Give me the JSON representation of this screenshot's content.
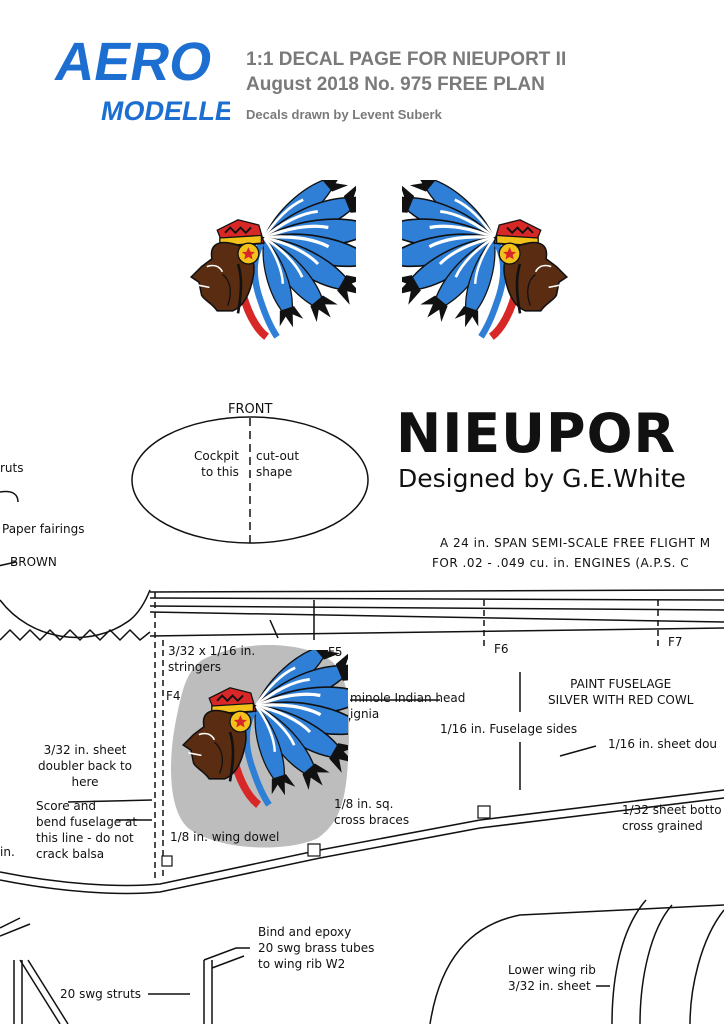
{
  "header": {
    "logo_top": "AERO",
    "logo_bottom": "MODELLER",
    "line1": "1:1 DECAL PAGE FOR NIEUPORT II",
    "line2": "August 2018  No. 975 FREE PLAN",
    "credit": "Decals drawn by Levent Suberk"
  },
  "decals": {
    "name": "indian-head-decal"
  },
  "plan": {
    "front_label": "FRONT",
    "cockpit_left": "Cockpit\nto this",
    "cockpit_right": "cut-out\nshape",
    "title": "NIEUPOR",
    "designer": "Designed  by  G.E.White",
    "spec_line1": "A 24 in. SPAN SEMI-SCALE FREE FLIGHT M",
    "spec_line2": "FOR .02 -  .049 cu. in.  ENGINES (A.P.S. C",
    "notes": {
      "struts_top": "ruts",
      "paper_fairings": "Paper fairings",
      "brown": "BROWN",
      "stringers": "3/32 x 1/16 in.\nstringers",
      "f4": "F4",
      "f5": "F5",
      "f6": "F6",
      "f7": "F7",
      "indian_head": "minole Indian head\nignia",
      "paint_fuselage": "PAINT FUSELAGE\nSILVER WITH RED COWL",
      "fuselage_sides": "1/16 in. Fuselage sides",
      "sheet_dou": "1/16 in. sheet dou",
      "sheet_doubler": "3/32 in. sheet\ndoubler back to\nhere",
      "score_bend": "Score and\nbend fuselage at\nthis line - do not\ncrack balsa",
      "in_frag": "in.",
      "cross_braces": "1/8 in. sq.\ncross braces",
      "sheet_bottom": "1/32 sheet botto\ncross grained",
      "wing_dowel": "1/8 in. wing dowel",
      "bind_epoxy": "Bind and epoxy\n20 swg brass tubes\nto wing rib W2",
      "swg_struts": "20 swg struts",
      "lower_wing_rib": "Lower wing rib\n3/32 in. sheet"
    }
  },
  "colors": {
    "header_gray": "#7a7a7a",
    "logo_blue": "#1c6fd1",
    "feather_blue": "#2f7fd6",
    "feather_white": "#ffffff",
    "feather_tip": "#111111",
    "band_red": "#d82727",
    "band_yellow": "#f2c21b",
    "face_brown": "#5a2d12",
    "highlight_gray": "#bdbdbd"
  }
}
